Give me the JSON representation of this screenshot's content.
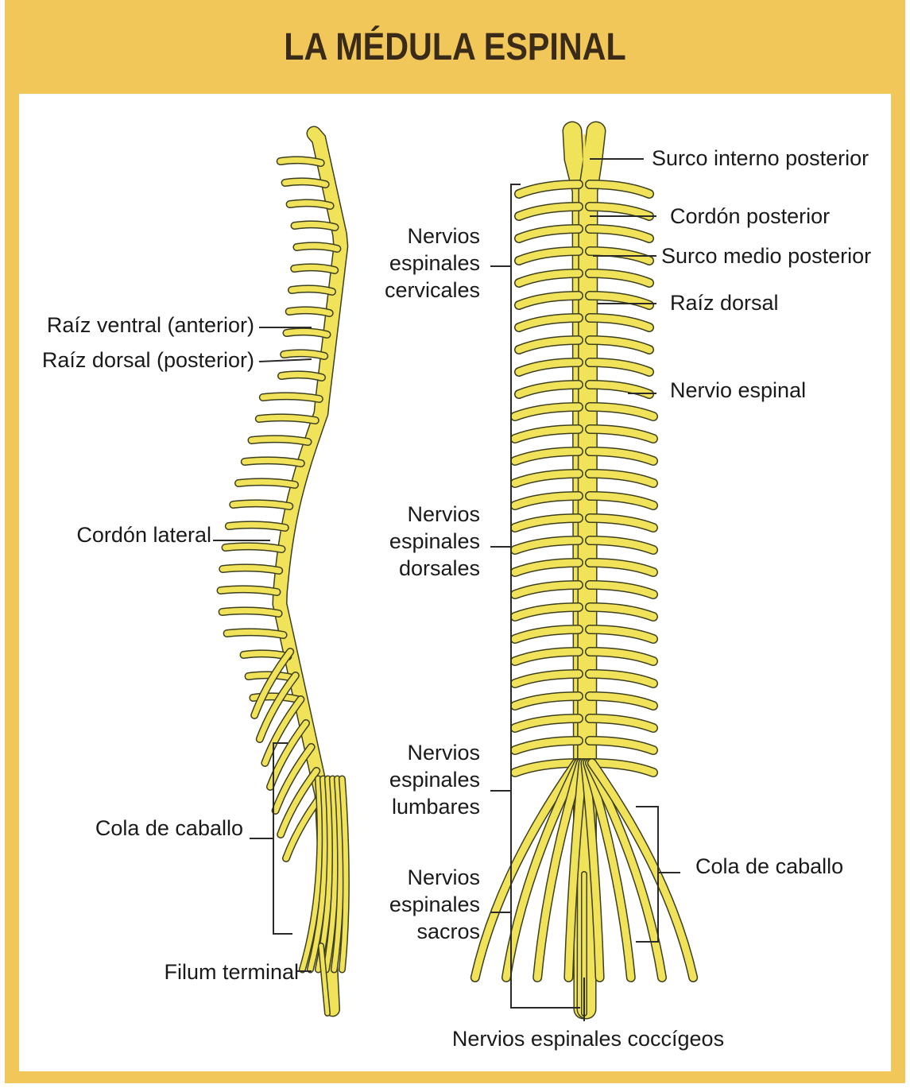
{
  "title": "LA MÉDULA ESPINAL",
  "colors": {
    "frame": "#f2c75a",
    "nerve_fill": "#f0e35a",
    "nerve_outline": "#3d3f1e",
    "text": "#1a1a1a"
  },
  "left_view": {
    "labels": {
      "ventral_root": "Raíz ventral (anterior)",
      "dorsal_root": "Raíz dorsal (posterior)",
      "lateral_cord": "Cordón lateral",
      "cauda_equina": "Cola de caballo",
      "filum_terminale": "Filum terminal"
    }
  },
  "right_view": {
    "labels": {
      "internal_sulcus": "Surco interno posterior",
      "posterior_cord": "Cordón posterior",
      "median_sulcus": "Surco medio posterior",
      "dorsal_root": "Raíz dorsal",
      "spinal_nerve": "Nervio espinal",
      "cauda_equina": "Cola de caballo",
      "coccygeal_nerves": "Nervios espinales coccígeos"
    },
    "groups": {
      "cervical": [
        "Nervios",
        "espinales",
        "cervicales"
      ],
      "dorsal": [
        "Nervios",
        "espinales",
        "dorsales"
      ],
      "lumbar": [
        "Nervios",
        "espinales",
        "lumbares"
      ],
      "sacral": [
        "Nervios",
        "espinales",
        "sacros"
      ]
    }
  }
}
